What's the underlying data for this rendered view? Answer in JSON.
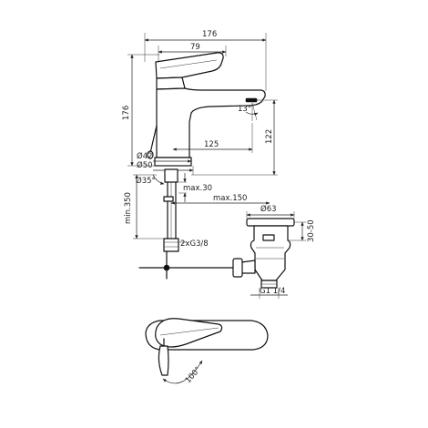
{
  "dimensions": {
    "overall_width": "176",
    "handle_offset": "79",
    "overall_height": "176",
    "spout_angle": "13°",
    "spout_height": "122",
    "spout_reach": "125",
    "base_diameter_1": "Ø42",
    "base_diameter_2": "Ø50",
    "tilt_angle": "Ø35°",
    "max_30": "max.30",
    "max_150": "max.150",
    "min_350": "min.350",
    "connection": "2xG3/8",
    "waste_diameter": "Ø63",
    "waste_height": "30-50",
    "waste_thread": "G1 1/4",
    "lever_rotation": "100°"
  }
}
